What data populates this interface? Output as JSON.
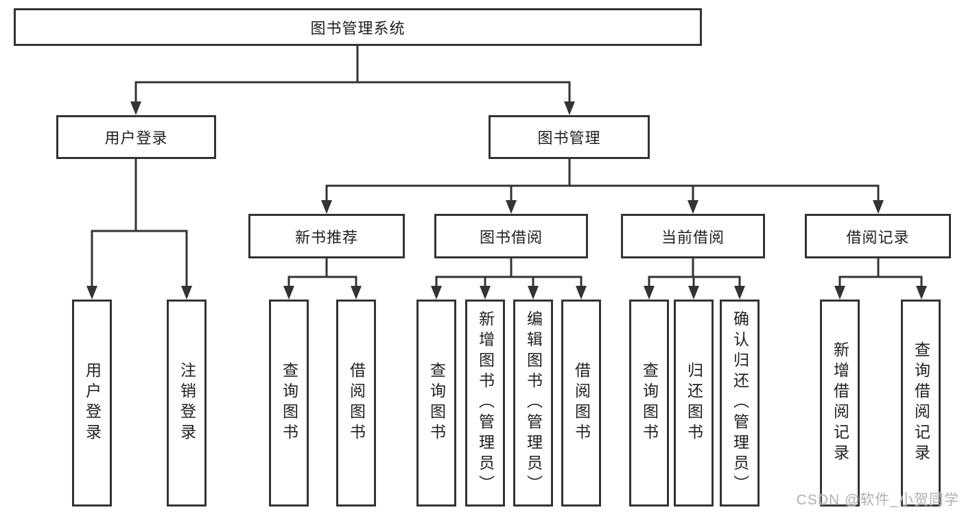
{
  "diagram_title": "图书管理系统",
  "nodes": {
    "root": {
      "label": "图书管理系统"
    },
    "user_login": {
      "label": "用户登录"
    },
    "book_mgmt": {
      "label": "图书管理"
    },
    "new_book_rec": {
      "label": "新书推荐"
    },
    "book_borrow": {
      "label": "图书借阅"
    },
    "current_borrow": {
      "label": "当前借阅"
    },
    "borrow_record": {
      "label": "借阅记录"
    },
    "leaf_user_login": {
      "label": "用户登录"
    },
    "leaf_logout": {
      "label": "注销登录"
    },
    "leaf_nb_query": {
      "label": "查询图书"
    },
    "leaf_nb_borrow": {
      "label": "借阅图书"
    },
    "leaf_bb_query": {
      "label": "查询图书"
    },
    "leaf_bb_add": {
      "label": "新增图书（管理员）"
    },
    "leaf_bb_edit": {
      "label": "编辑图书（管理员）"
    },
    "leaf_bb_borrow": {
      "label": "借阅图书"
    },
    "leaf_cb_query": {
      "label": "查询图书"
    },
    "leaf_cb_return": {
      "label": "归还图书"
    },
    "leaf_cb_confirm": {
      "label": "确认归还（管理员）"
    },
    "leaf_br_add": {
      "label": "新增借阅记录"
    },
    "leaf_br_query": {
      "label": "查询借阅记录"
    }
  },
  "watermark": "CSDN @软件_小贺同学",
  "colors": {
    "line": "#333333",
    "box_border": "#333333",
    "text": "#1f1f1f",
    "watermark": "#b0b0b0",
    "background": "#ffffff"
  }
}
